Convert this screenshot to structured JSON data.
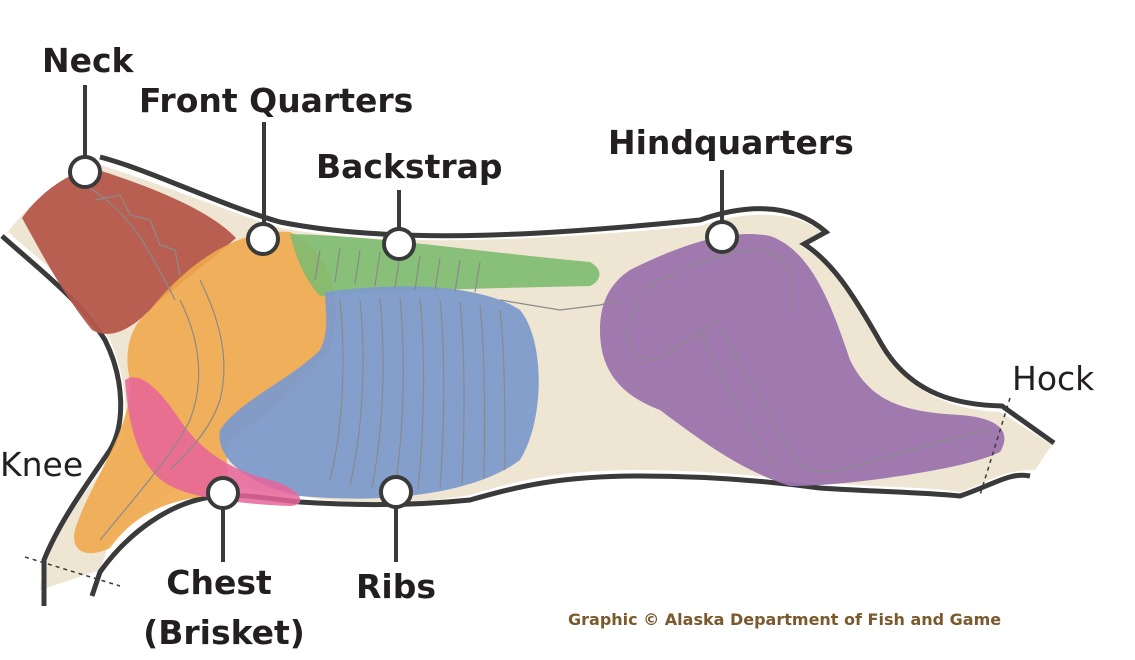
{
  "title": "Moose/Caribou Meat Cuts Diagram",
  "labels": {
    "neck": "Neck",
    "front_quarters": "Front Quarters",
    "backstrap": "Backstrap",
    "hindquarters": "Hindquarters",
    "hock": "Hock",
    "knee": "Knee",
    "chest_line1": "Chest",
    "chest_line2": "(Brisket)",
    "ribs": "Ribs"
  },
  "credit": "Graphic © Alaska Department of Fish and Game",
  "colors": {
    "body": "#efe5d3",
    "outline": "#3a3a3a",
    "neck": "#b5574b",
    "front_quarters": "#f0a84e",
    "backstrap": "#7dbb6f",
    "ribs": "#7d9bcb",
    "chest": "#e8649a",
    "hindquarters": "#9b73ad",
    "bone": "#8a8a8a",
    "credit": "#7a5a2c",
    "marker_fill": "#ffffff"
  }
}
